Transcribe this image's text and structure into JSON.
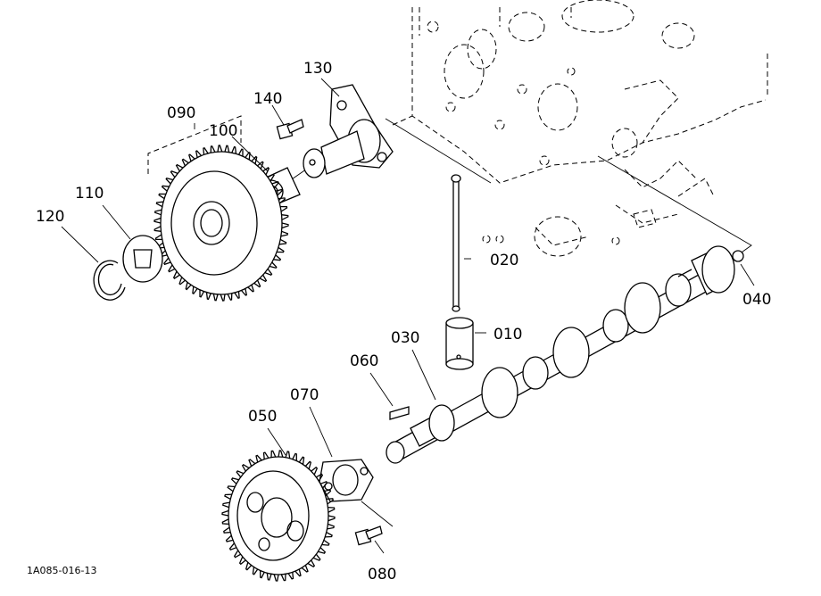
{
  "diagram_code": "1A085-016-13",
  "parts": [
    {
      "id": "callout-010",
      "label": "010"
    },
    {
      "id": "callout-020",
      "label": "020"
    },
    {
      "id": "callout-030",
      "label": "030"
    },
    {
      "id": "callout-040",
      "label": "040"
    },
    {
      "id": "callout-050",
      "label": "050"
    },
    {
      "id": "callout-060",
      "label": "060"
    },
    {
      "id": "callout-070",
      "label": "070"
    },
    {
      "id": "callout-080",
      "label": "080"
    },
    {
      "id": "callout-090",
      "label": "090"
    },
    {
      "id": "callout-100",
      "label": "100"
    },
    {
      "id": "callout-110",
      "label": "110"
    },
    {
      "id": "callout-120",
      "label": "120"
    },
    {
      "id": "callout-130",
      "label": "130"
    },
    {
      "id": "callout-140",
      "label": "140"
    }
  ]
}
